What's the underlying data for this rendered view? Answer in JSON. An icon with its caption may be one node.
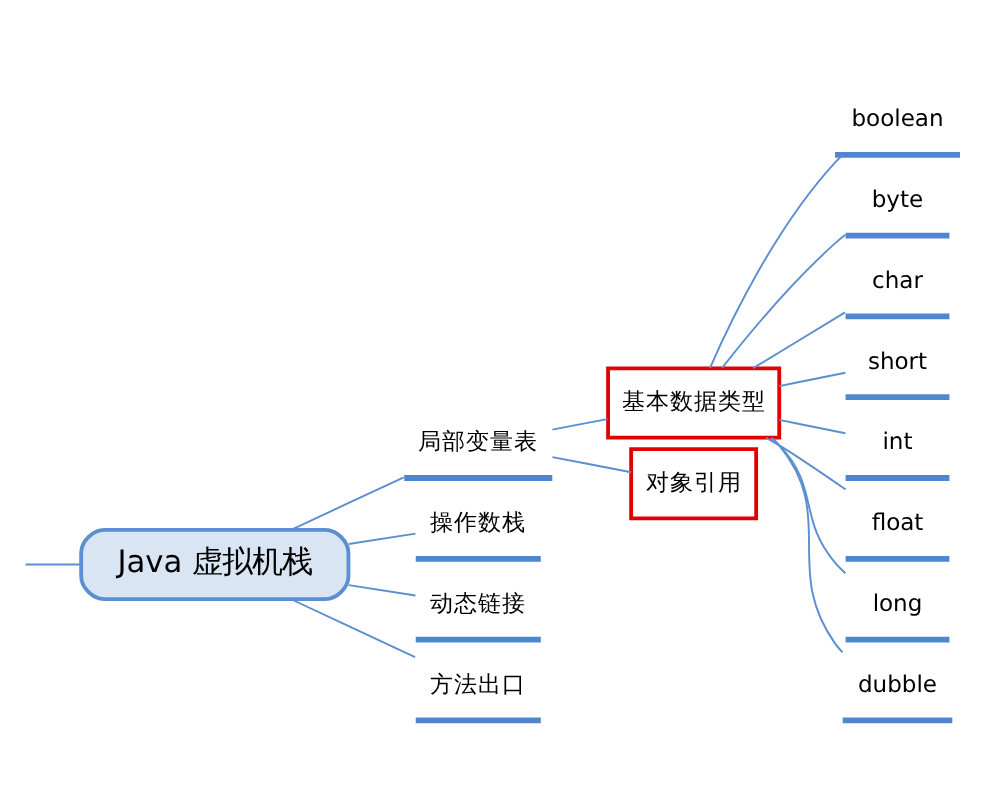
{
  "diagram": {
    "nodes": [
      {
        "text": [
          "Java 虚拟机栈"
        ]
      },
      {
        "text": [
          "局部变量表"
        ]
      },
      {
        "text": [
          "基本数据类型"
        ]
      },
      {
        "text": [
          "对象引用"
        ]
      },
      {
        "text": [
          "boolean"
        ]
      },
      {
        "text": [
          "byte"
        ]
      },
      {
        "text": [
          "char"
        ]
      },
      {
        "text": [
          "short"
        ]
      },
      {
        "text": [
          "int"
        ]
      },
      {
        "text": [
          "float"
        ]
      },
      {
        "text": [
          "long"
        ]
      },
      {
        "text": [
          "dubble"
        ]
      },
      {
        "text": [
          "操作数栈"
        ]
      },
      {
        "text": [
          "动态链接"
        ]
      },
      {
        "text": [
          "方法出口"
        ]
      }
    ],
    "edges": [
      {
        "from": null,
        "to": 0,
        "arrow": "none"
      },
      {
        "from": 0,
        "to": 1,
        "arrow": "none"
      },
      {
        "from": 1,
        "to": 2,
        "arrow": "none"
      },
      {
        "from": 1,
        "to": 3,
        "arrow": "none"
      },
      {
        "from": 2,
        "to": 4,
        "arrow": "none"
      },
      {
        "from": 2,
        "to": 5,
        "arrow": "none"
      },
      {
        "from": 2,
        "to": 6,
        "arrow": "none"
      },
      {
        "from": 2,
        "to": 7,
        "arrow": "none"
      },
      {
        "from": 2,
        "to": 8,
        "arrow": "none"
      },
      {
        "from": 2,
        "to": 9,
        "arrow": "none"
      },
      {
        "from": 2,
        "to": 10,
        "arrow": "none"
      },
      {
        "from": 2,
        "to": 11,
        "arrow": "none"
      },
      {
        "from": 0,
        "to": 12,
        "arrow": "none"
      },
      {
        "from": 0,
        "to": 13,
        "arrow": "none"
      },
      {
        "from": 0,
        "to": 14,
        "arrow": "none"
      }
    ]
  }
}
